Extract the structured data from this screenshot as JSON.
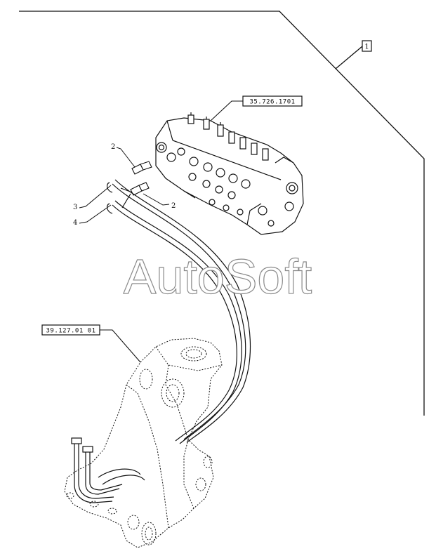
{
  "watermark": "AutoSoft",
  "callouts": {
    "assembly_ref": "1",
    "valve_ref": "35.726.1701",
    "boom_ref": "39.127.01 01",
    "item_2a": "2",
    "item_2b": "2",
    "item_3": "3",
    "item_4": "4"
  },
  "colors": {
    "line": "#111111",
    "watermark_stroke": "#8a8a8a",
    "background": "#ffffff"
  }
}
